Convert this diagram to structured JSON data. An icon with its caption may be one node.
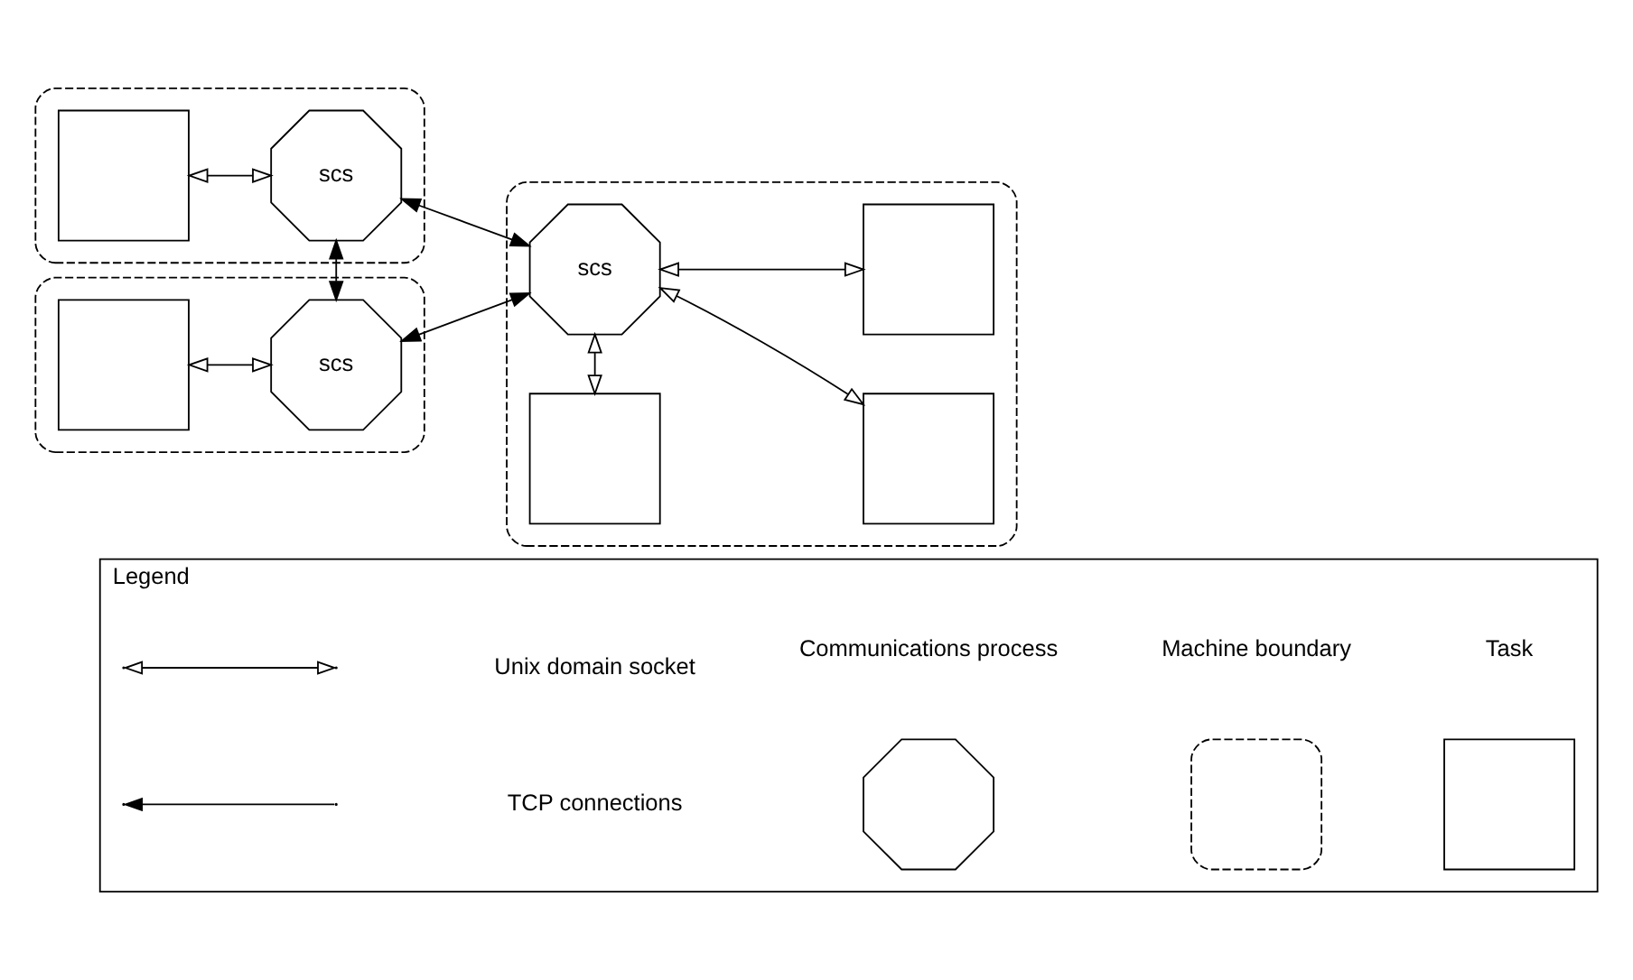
{
  "diagram": {
    "nodes": [
      {
        "text": [],
        "shape": "box"
      },
      {
        "text": [],
        "shape": "box",
        "in": 0
      },
      {
        "text": [
          "scs"
        ],
        "in": 0
      },
      {
        "text": [],
        "shape": "box"
      },
      {
        "text": [],
        "shape": "box",
        "in": 3
      },
      {
        "text": [],
        "shape": "box",
        "in": 3
      },
      {
        "text": [
          "scs"
        ],
        "in": 3
      },
      {
        "text": [],
        "shape": "box",
        "in": 3
      },
      {
        "text": [],
        "shape": "box"
      },
      {
        "text": [],
        "shape": "box",
        "in": 8
      },
      {
        "text": [
          "scs"
        ],
        "in": 8
      },
      {
        "text": [
          "Legend"
        ]
      },
      {
        "text": [],
        "shape": "octagon",
        "in": 11,
        "beside": [
          "Communications process"
        ]
      },
      {
        "text": [],
        "shape": "box",
        "in": 11,
        "beside": [
          "Machine boundary"
        ]
      },
      {
        "text": [],
        "shape": "box",
        "in": 11,
        "beside": [
          "Task"
        ]
      }
    ],
    "edges": [
      {
        "from": 1,
        "to": 2,
        "arrow": "both"
      },
      {
        "from": 2,
        "to": 10,
        "arrow": "both"
      },
      {
        "from": 2,
        "to": 6,
        "arrow": "both"
      },
      {
        "from": 4,
        "to": 6,
        "arrow": "both"
      },
      {
        "from": 5,
        "to": 6,
        "arrow": "both"
      },
      {
        "from": 6,
        "to": 7,
        "arrow": "both"
      },
      {
        "from": 9,
        "to": 10,
        "arrow": "both"
      },
      {
        "from": 10,
        "to": 6,
        "arrow": "both"
      }
    ],
    "legend": [
      {
        "text": "Unix domain socket"
      },
      {
        "text": "TCP connections"
      }
    ]
  }
}
